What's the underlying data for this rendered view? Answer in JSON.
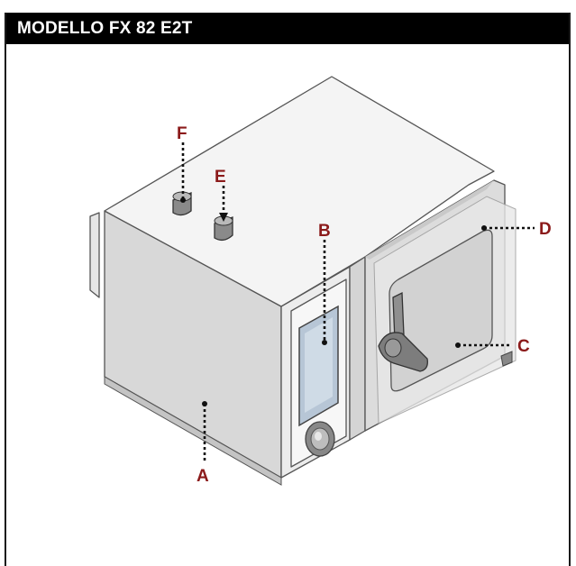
{
  "header": {
    "title": "MODELLO FX 82 E2T"
  },
  "labels": {
    "a": "A",
    "b": "B",
    "c": "C",
    "d": "D",
    "e": "E",
    "f": "F"
  },
  "colors": {
    "header_bg": "#000000",
    "header_text": "#ffffff",
    "label": "#8b1a1a"
  }
}
